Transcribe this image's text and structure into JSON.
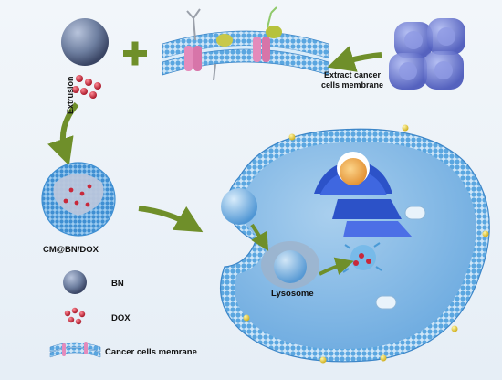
{
  "labels": {
    "extrusion": "Extrusion",
    "extract_line1": "Extract cancer",
    "extract_line2": "cells membrane",
    "cm_bn_dox": "CM@BN/DOX",
    "bn": "BN",
    "dox": "DOX",
    "membrane": "Cancer cells memrane",
    "lysosome": "Lysosome"
  },
  "legend": [
    {
      "key": "bn",
      "icon": "gray-sphere-icon"
    },
    {
      "key": "dox",
      "icon": "red-dots-icon"
    },
    {
      "key": "membrane",
      "icon": "membrane-strip-icon"
    }
  ],
  "colors": {
    "membrane_blue": "#5aa6e0",
    "membrane_light": "#9ccbf0",
    "arrow_green": "#6f8f2a",
    "bn_gray": "#6e7fa0",
    "dox_red": "#c8283a",
    "protein_pink": "#e48bbb",
    "nucleus_orange": "#f0a24a",
    "er_blue": "#2c52c8",
    "cancer_cell_blue": "#5667c8"
  }
}
